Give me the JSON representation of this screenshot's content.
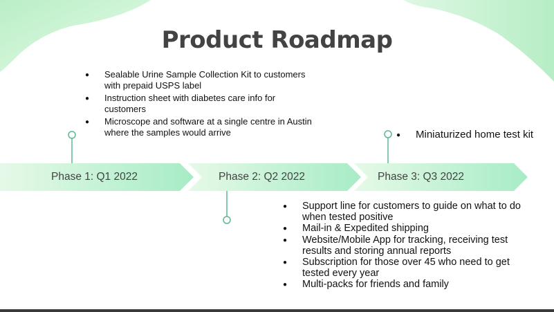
{
  "title": "Product Roadmap",
  "colors": {
    "accent_green": "#5cb990",
    "arrow_light": "#e6f9e8",
    "arrow_dark": "#a7ecc6",
    "title": "#434343"
  },
  "phases": [
    {
      "label": "Phase 1: Q1 2022",
      "bullets": [
        "Sealable Urine Sample Collection Kit to customers with prepaid USPS label",
        "Instruction sheet with diabetes care info for customers",
        "Microscope and software at a single centre in Austin where the samples would arrive"
      ]
    },
    {
      "label": "Phase 2: Q2 2022",
      "bullets": [
        "Support line for customers to guide on what to do when tested positive",
        "Mail-in & Expedited shipping",
        "Website/Mobile App for tracking, receiving test results and storing annual reports",
        "Subscription for those over 45 who need to get tested every year",
        "Multi-packs for friends and family"
      ]
    },
    {
      "label": "Phase 3: Q3 2022",
      "bullets": [
        "Miniaturized home test kit"
      ]
    }
  ]
}
